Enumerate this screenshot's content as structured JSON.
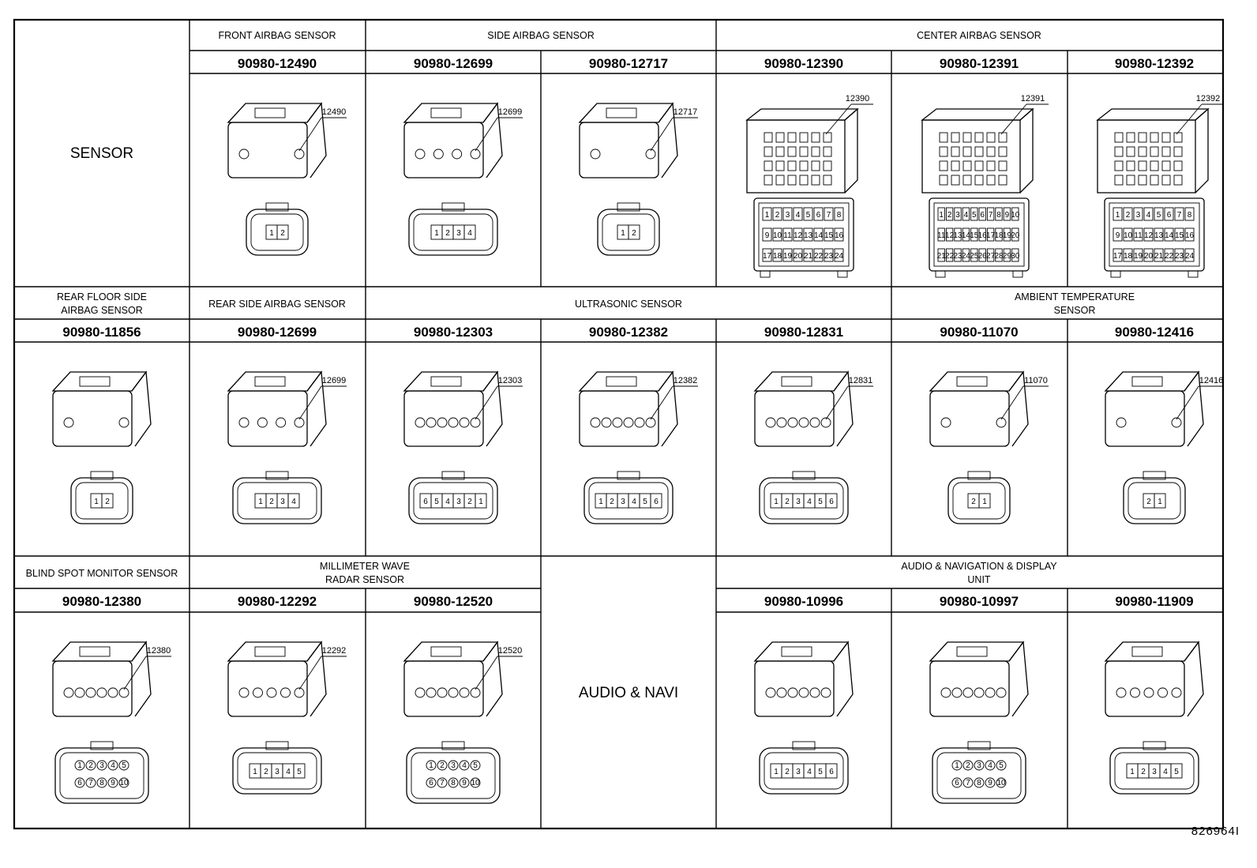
{
  "title_cell": "SENSOR",
  "groups": {
    "front_airbag": "FRONT AIRBAG SENSOR",
    "side_airbag": "SIDE AIRBAG SENSOR",
    "center_airbag": "CENTER AIRBAG SENSOR",
    "rear_floor_side_1": "REAR FLOOR SIDE",
    "rear_floor_side_2": "AIRBAG SENSOR",
    "rear_side_airbag": "REAR SIDE AIRBAG SENSOR",
    "ultrasonic": "ULTRASONIC SENSOR",
    "ambient_1": "AMBIENT TEMPERATURE",
    "ambient_2": "SENSOR",
    "blind_spot": "BLIND SPOT MONITOR SENSOR",
    "mmw_1": "MILLIMETER WAVE",
    "mmw_2": "RADAR SENSOR",
    "audio_nav_1": "AUDIO & NAVIGATION & DISPLAY",
    "audio_nav_2": "UNIT",
    "audio_navi_cell": "AUDIO & NAVI"
  },
  "connectors": [
    {
      "part": "90980-12490",
      "tag": "12490",
      "pins": [
        "1",
        "2"
      ]
    },
    {
      "part": "90980-12699",
      "tag": "12699",
      "pins": [
        "1",
        "2",
        "3",
        "4"
      ]
    },
    {
      "part": "90980-12717",
      "tag": "12717",
      "pins": [
        "1",
        "2"
      ]
    },
    {
      "part": "90980-12390",
      "tag": "12390",
      "pins": [
        "1",
        "2",
        "3",
        "4",
        "5",
        "6",
        "7",
        "8",
        "9",
        "10",
        "11",
        "12",
        "13",
        "14",
        "15",
        "16",
        "17",
        "18",
        "19",
        "20",
        "21",
        "22",
        "23",
        "24"
      ]
    },
    {
      "part": "90980-12391",
      "tag": "12391",
      "pins": [
        "1",
        "2",
        "3",
        "4",
        "5",
        "6",
        "7",
        "8",
        "9",
        "10",
        "11",
        "12",
        "13",
        "14",
        "15",
        "16",
        "17",
        "18",
        "19",
        "20",
        "21",
        "22",
        "23",
        "24",
        "25",
        "26",
        "27",
        "28",
        "29",
        "30"
      ]
    },
    {
      "part": "90980-12392",
      "tag": "12392",
      "pins": [
        "1",
        "2",
        "3",
        "4",
        "5",
        "6",
        "7",
        "8",
        "9",
        "10",
        "11",
        "12",
        "13",
        "14",
        "15",
        "16",
        "17",
        "18",
        "19",
        "20",
        "21",
        "22",
        "23",
        "24"
      ]
    },
    {
      "part": "90980-11856",
      "tag": "",
      "pins": [
        "1",
        "2"
      ]
    },
    {
      "part": "90980-12699",
      "tag": "12699",
      "pins": [
        "1",
        "2",
        "3",
        "4"
      ]
    },
    {
      "part": "90980-12303",
      "tag": "12303",
      "pins": [
        "6",
        "5",
        "4",
        "3",
        "2",
        "1"
      ]
    },
    {
      "part": "90980-12382",
      "tag": "12382",
      "pins": [
        "1",
        "2",
        "3",
        "4",
        "5",
        "6"
      ]
    },
    {
      "part": "90980-12831",
      "tag": "12831",
      "pins": [
        "1",
        "2",
        "3",
        "4",
        "5",
        "6"
      ]
    },
    {
      "part": "90980-11070",
      "tag": "11070",
      "pins": [
        "2",
        "1"
      ]
    },
    {
      "part": "90980-12416",
      "tag": "12416",
      "pins": [
        "2",
        "1"
      ]
    },
    {
      "part": "90980-12380",
      "tag": "12380",
      "pins": [
        "1",
        "2",
        "3",
        "4",
        "5",
        "6",
        "7",
        "8",
        "9",
        "10"
      ]
    },
    {
      "part": "90980-12292",
      "tag": "12292",
      "pins": [
        "1",
        "2",
        "3",
        "4",
        "5"
      ]
    },
    {
      "part": "90980-12520",
      "tag": "12520",
      "pins": [
        "1",
        "2",
        "3",
        "4",
        "5",
        "6",
        "7",
        "8",
        "9",
        "10"
      ]
    },
    {
      "part": "90980-10996",
      "tag": "",
      "pins": [
        "1",
        "2",
        "3",
        "4",
        "5",
        "6"
      ]
    },
    {
      "part": "90980-10997",
      "tag": "",
      "pins": [
        "1",
        "2",
        "3",
        "4",
        "5",
        "6",
        "7",
        "8",
        "9",
        "10"
      ]
    },
    {
      "part": "90980-11909",
      "tag": "",
      "pins": [
        "1",
        "2",
        "3",
        "4",
        "5"
      ]
    }
  ],
  "drawing_id": "826964I"
}
